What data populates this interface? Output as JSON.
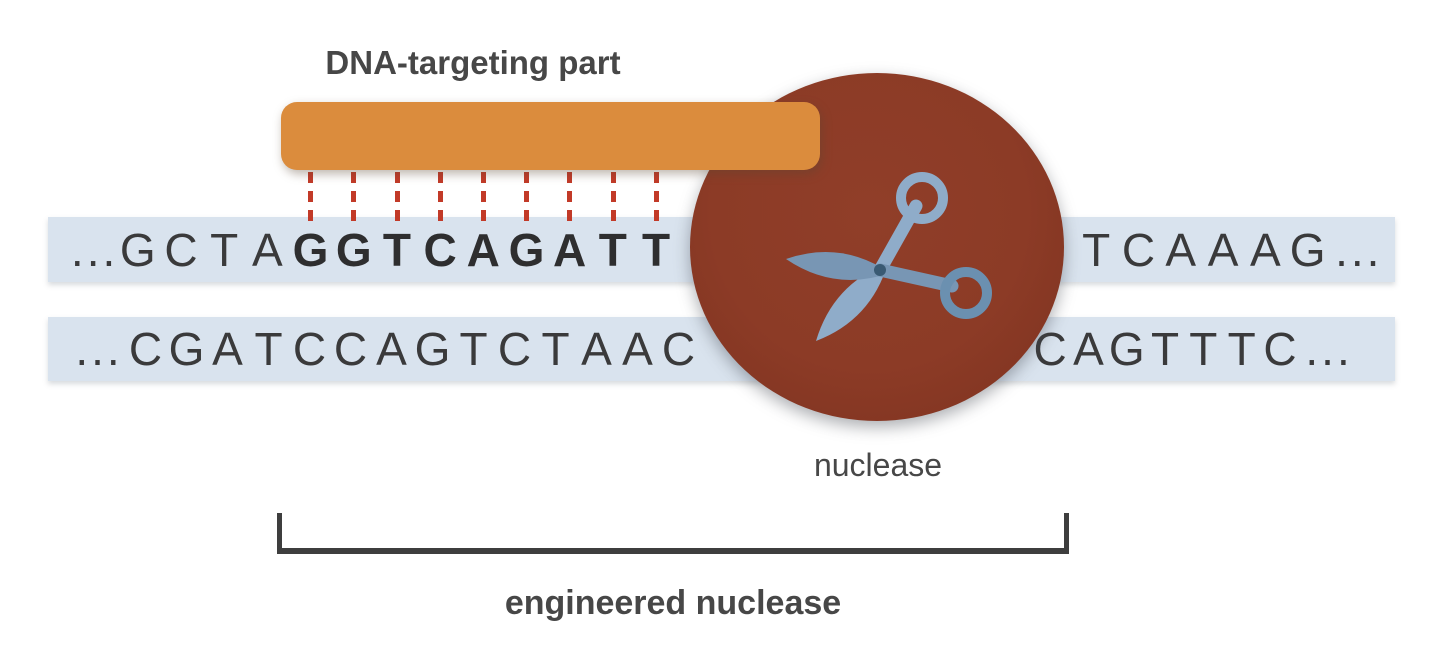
{
  "labels": {
    "dna_targeting_part": "DNA-targeting part",
    "nuclease": "nuclease",
    "engineered_nuclease": "engineered nuclease"
  },
  "dna": {
    "top_strand": {
      "left_context": "...GCTA",
      "target_bold": "GGTCAGATT",
      "right_context": "TCAAAG..."
    },
    "bottom_strand": {
      "left_context": "...CGATCCAGTCTAAC",
      "right_context": "CAGTTTC..."
    },
    "pairing_dash_count": 9
  },
  "colors": {
    "targeting_bar": "#DB8C3D",
    "nuclease_circle": "#8C3B26",
    "strand_background": "#D9E3EE",
    "sequence_text": "#3A3A3B",
    "pairing_dash": "#C23A28",
    "label_text": "#474747",
    "bracket": "#3E3E3E",
    "scissors_light": "#8FACC9",
    "scissors_dark": "#7896B4",
    "scissors_ring": "#6B90B0",
    "scissors_pivot": "#3A5A73"
  }
}
